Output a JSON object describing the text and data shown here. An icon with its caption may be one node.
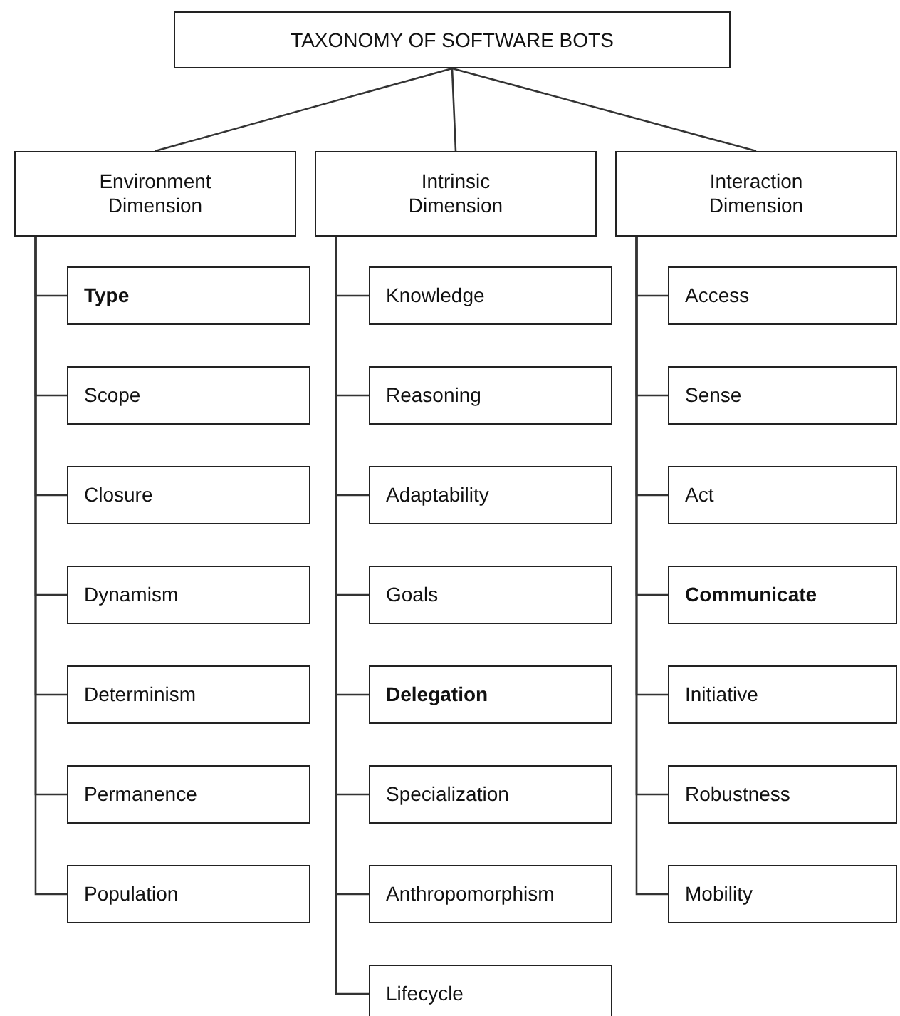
{
  "diagram": {
    "nodes": [
      {
        "text": [
          "TAXONOMY OF SOFTWARE BOTS"
        ]
      },
      {
        "text": [
          "Environment Dimension"
        ]
      },
      {
        "text": [
          "Intrinsic Dimension"
        ]
      },
      {
        "text": [
          "Interaction Dimension"
        ]
      },
      {
        "text": [
          "Type"
        ]
      },
      {
        "text": [
          "Scope"
        ]
      },
      {
        "text": [
          "Closure"
        ]
      },
      {
        "text": [
          "Dynamism"
        ]
      },
      {
        "text": [
          "Determinism"
        ]
      },
      {
        "text": [
          "Permanence"
        ]
      },
      {
        "text": [
          "Population"
        ]
      },
      {
        "text": [
          "Knowledge"
        ]
      },
      {
        "text": [
          "Reasoning"
        ]
      },
      {
        "text": [
          "Adaptability"
        ]
      },
      {
        "text": [
          "Goals"
        ]
      },
      {
        "text": [
          "Delegation"
        ]
      },
      {
        "text": [
          "Specialization"
        ]
      },
      {
        "text": [
          "Anthropomorphism"
        ]
      },
      {
        "text": [
          "Lifecycle"
        ]
      },
      {
        "text": [
          "Access"
        ]
      },
      {
        "text": [
          "Sense"
        ]
      },
      {
        "text": [
          "Act"
        ]
      },
      {
        "text": [
          "Communicate"
        ]
      },
      {
        "text": [
          "Initiative"
        ]
      },
      {
        "text": [
          "Robustness"
        ]
      },
      {
        "text": [
          "Mobility"
        ]
      }
    ],
    "edges": [
      {
        "from": 0,
        "to": 1,
        "arrow": "none"
      },
      {
        "from": 0,
        "to": 2,
        "arrow": "none"
      },
      {
        "from": 0,
        "to": 3,
        "arrow": "none"
      },
      {
        "from": 1,
        "to": 4,
        "arrow": "none"
      },
      {
        "from": 1,
        "to": 5,
        "arrow": "none"
      },
      {
        "from": 1,
        "to": 6,
        "arrow": "none"
      },
      {
        "from": 1,
        "to": 7,
        "arrow": "none"
      },
      {
        "from": 1,
        "to": 8,
        "arrow": "none"
      },
      {
        "from": 1,
        "to": 9,
        "arrow": "none"
      },
      {
        "from": 1,
        "to": 10,
        "arrow": "none"
      },
      {
        "from": 2,
        "to": 11,
        "arrow": "none"
      },
      {
        "from": 2,
        "to": 12,
        "arrow": "none"
      },
      {
        "from": 2,
        "to": 13,
        "arrow": "none"
      },
      {
        "from": 2,
        "to": 14,
        "arrow": "none"
      },
      {
        "from": 2,
        "to": 15,
        "arrow": "none"
      },
      {
        "from": 2,
        "to": 16,
        "arrow": "none"
      },
      {
        "from": 2,
        "to": 17,
        "arrow": "none"
      },
      {
        "from": 2,
        "to": 18,
        "arrow": "none"
      },
      {
        "from": 3,
        "to": 19,
        "arrow": "none"
      },
      {
        "from": 3,
        "to": 20,
        "arrow": "none"
      },
      {
        "from": 3,
        "to": 21,
        "arrow": "none"
      },
      {
        "from": 3,
        "to": 22,
        "arrow": "none"
      },
      {
        "from": 3,
        "to": 23,
        "arrow": "none"
      },
      {
        "from": 3,
        "to": 24,
        "arrow": "none"
      },
      {
        "from": 3,
        "to": 25,
        "arrow": "none"
      }
    ]
  }
}
